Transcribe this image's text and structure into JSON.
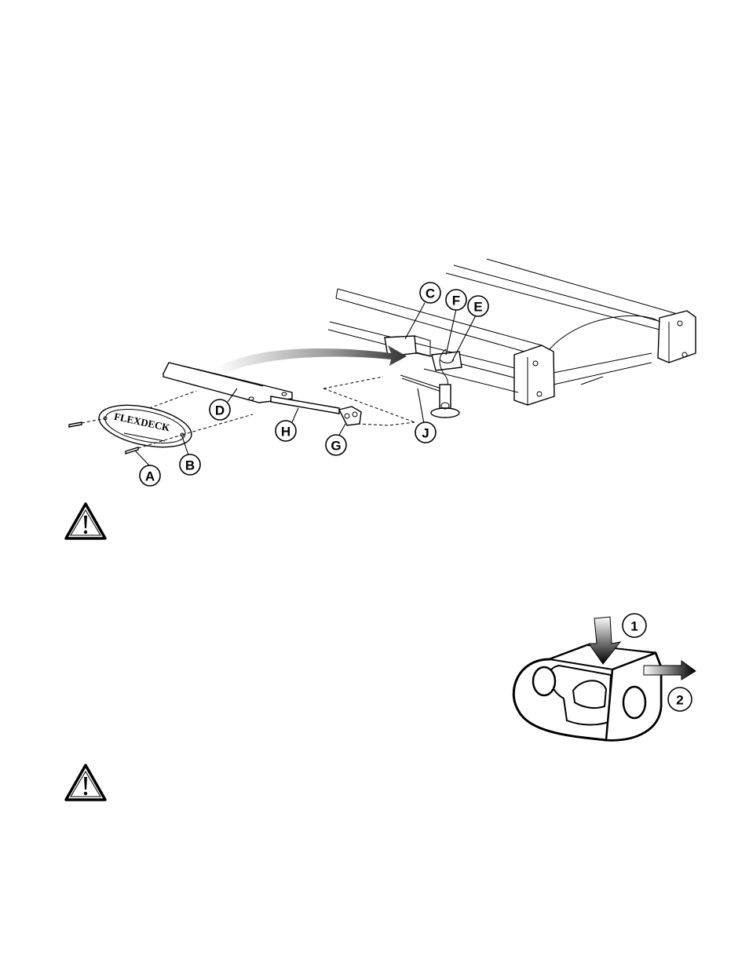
{
  "figure_main": {
    "callouts": [
      {
        "id": "C",
        "label": "C"
      },
      {
        "id": "F",
        "label": "F"
      },
      {
        "id": "E",
        "label": "E"
      },
      {
        "id": "D",
        "label": "D"
      },
      {
        "id": "H",
        "label": "H"
      },
      {
        "id": "G",
        "label": "G"
      },
      {
        "id": "J",
        "label": "J"
      },
      {
        "id": "A",
        "label": "A"
      },
      {
        "id": "B",
        "label": "B"
      }
    ],
    "logo_text": "FLEXDECK"
  },
  "figure_clip": {
    "steps": [
      {
        "id": "1",
        "label": "1"
      },
      {
        "id": "2",
        "label": "2"
      }
    ]
  },
  "warnings": [
    {
      "icon": "warning-triangle-icon"
    },
    {
      "icon": "warning-triangle-icon"
    }
  ]
}
